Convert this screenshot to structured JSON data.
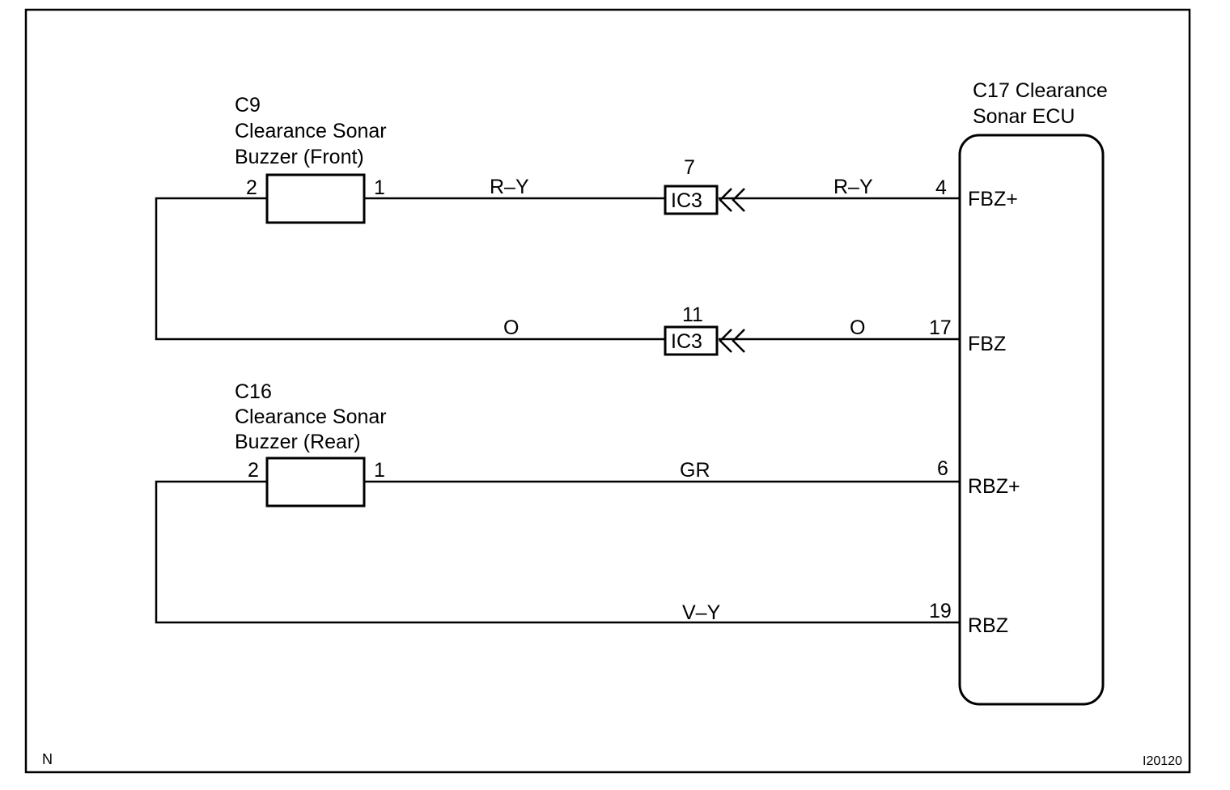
{
  "buzzer_front": {
    "code": "C9",
    "name_line1": "Clearance Sonar",
    "name_line2": "Buzzer (Front)",
    "pin_left": "2",
    "pin_right": "1"
  },
  "buzzer_rear": {
    "code": "C16",
    "name_line1": "Clearance Sonar",
    "name_line2": "Buzzer (Rear)",
    "pin_left": "2",
    "pin_right": "1"
  },
  "ecu": {
    "title_line1": "C17 Clearance",
    "title_line2": "Sonar ECU",
    "terminals": [
      {
        "pin": "4",
        "name": "FBZ+"
      },
      {
        "pin": "17",
        "name": "FBZ"
      },
      {
        "pin": "6",
        "name": "RBZ+"
      },
      {
        "pin": "19",
        "name": "RBZ"
      }
    ]
  },
  "connectors": [
    {
      "pin": "7",
      "label": "IC3"
    },
    {
      "pin": "11",
      "label": "IC3"
    }
  ],
  "wires": {
    "front_plus_left": "R–Y",
    "front_plus_right": "R–Y",
    "front_ground_left": "O",
    "front_ground_right": "O",
    "rear_plus": "GR",
    "rear_ground": "V–Y"
  },
  "footer": {
    "corner_letter": "N",
    "figure_id": "I20120"
  }
}
